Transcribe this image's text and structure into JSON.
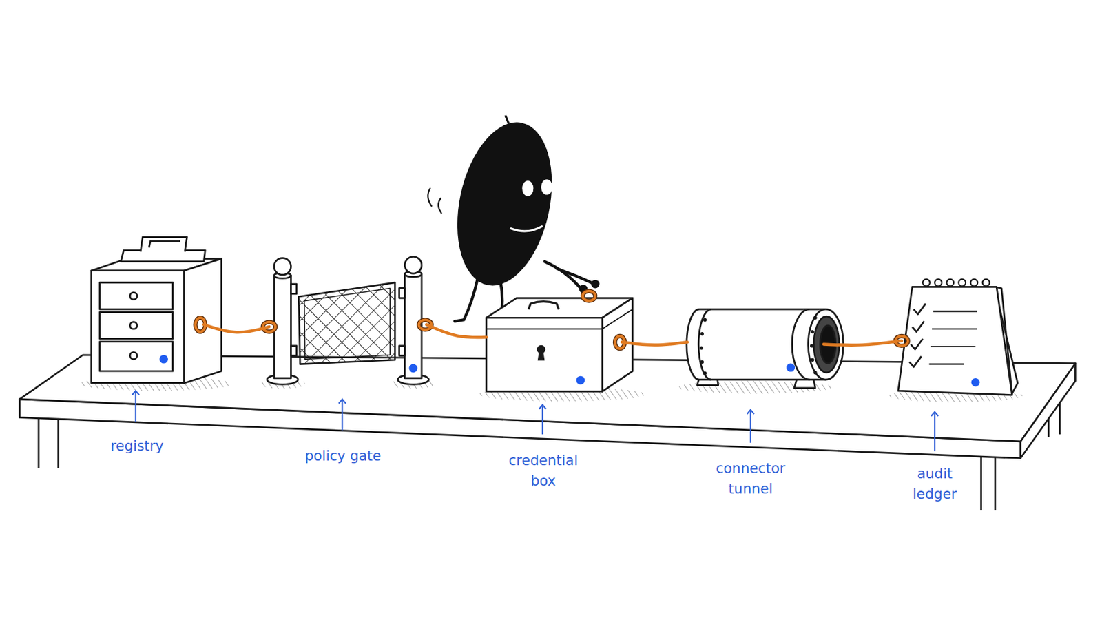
{
  "diagram": {
    "nodes": [
      {
        "text": [
          "registry"
        ]
      },
      {
        "text": [
          "policy gate"
        ]
      },
      {
        "text": [
          "credential box"
        ]
      },
      {
        "text": [
          "connector tunnel"
        ]
      },
      {
        "text": [
          "audit ledger"
        ]
      }
    ],
    "edges": [
      {
        "from": 0,
        "to": 1,
        "arrow": "none"
      },
      {
        "from": 1,
        "to": 2,
        "arrow": "none"
      },
      {
        "from": 2,
        "to": 3,
        "arrow": "none"
      },
      {
        "from": 3,
        "to": 4,
        "arrow": "none"
      }
    ]
  }
}
